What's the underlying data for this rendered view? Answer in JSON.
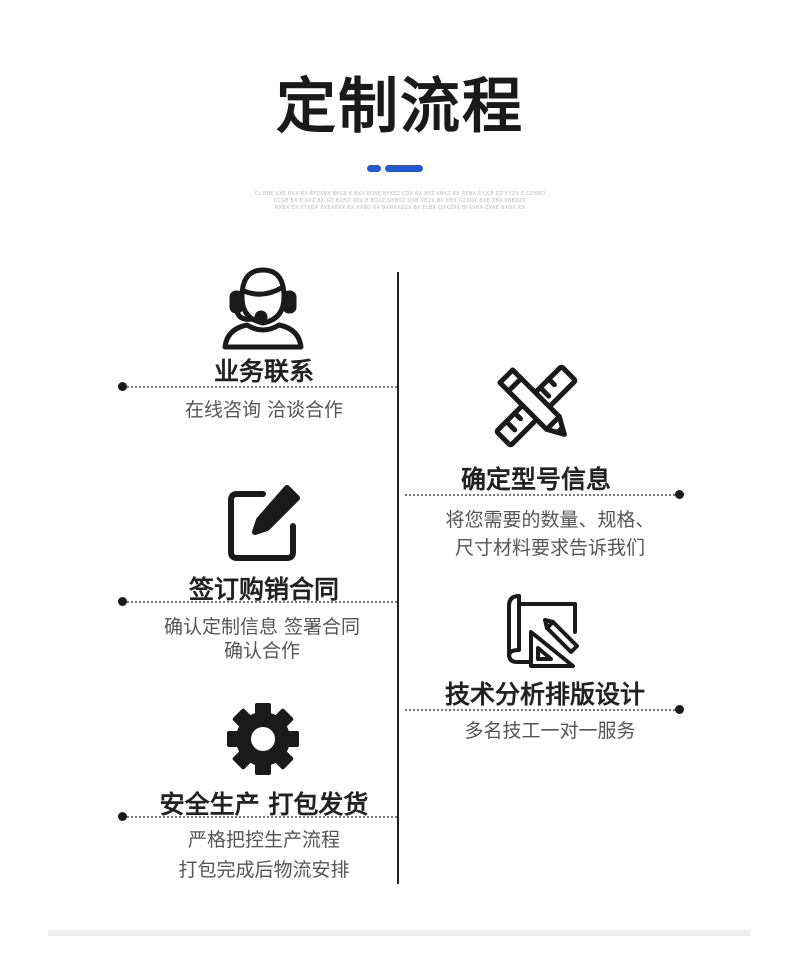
{
  "title": "定制流程",
  "colors": {
    "accent": "#1f5bd6",
    "text": "#222222",
    "line": "#222222"
  },
  "tagline_lines": [
    "CL BBE XXE BXX RX BYZXBX BEGX E BXX BOXE BYXEZ CDX RX BYZ XBXZ RX RENX E CCE DZ YXZX E CDXRO",
    "CCGE BX E XXZ BX GZ BXBD XBX E BQXZ NXBXZ DXB XBZX BX XBX GZXDX BXE XBX XBBXZX",
    "RXBX EX XTXDX XXBXBXX BX XXBD RX BXNXXDZX BX ELBX QXXZRX BYXXBX ZXRE BXDX XX"
  ],
  "left_steps": [
    {
      "icon": "headset-agent-icon",
      "title": "业务联系",
      "desc": [
        "在线咨询 洽谈合作"
      ]
    },
    {
      "icon": "edit-document-icon",
      "title": "签订购销合同",
      "desc": [
        "确认定制信息 签署合同",
        "确认合作"
      ]
    },
    {
      "icon": "gear-icon",
      "title": "安全生产 打包发货",
      "desc": [
        "严格把控生产流程",
        "打包完成后物流安排"
      ]
    }
  ],
  "right_steps": [
    {
      "icon": "ruler-pencil-icon",
      "title": "确定型号信息",
      "desc": [
        "将您需要的数量、规格、",
        "尺寸材料要求告诉我们"
      ]
    },
    {
      "icon": "blueprint-triangle-icon",
      "title": "技术分析排版设计",
      "desc": [
        "多名技工一对一服务"
      ]
    }
  ]
}
